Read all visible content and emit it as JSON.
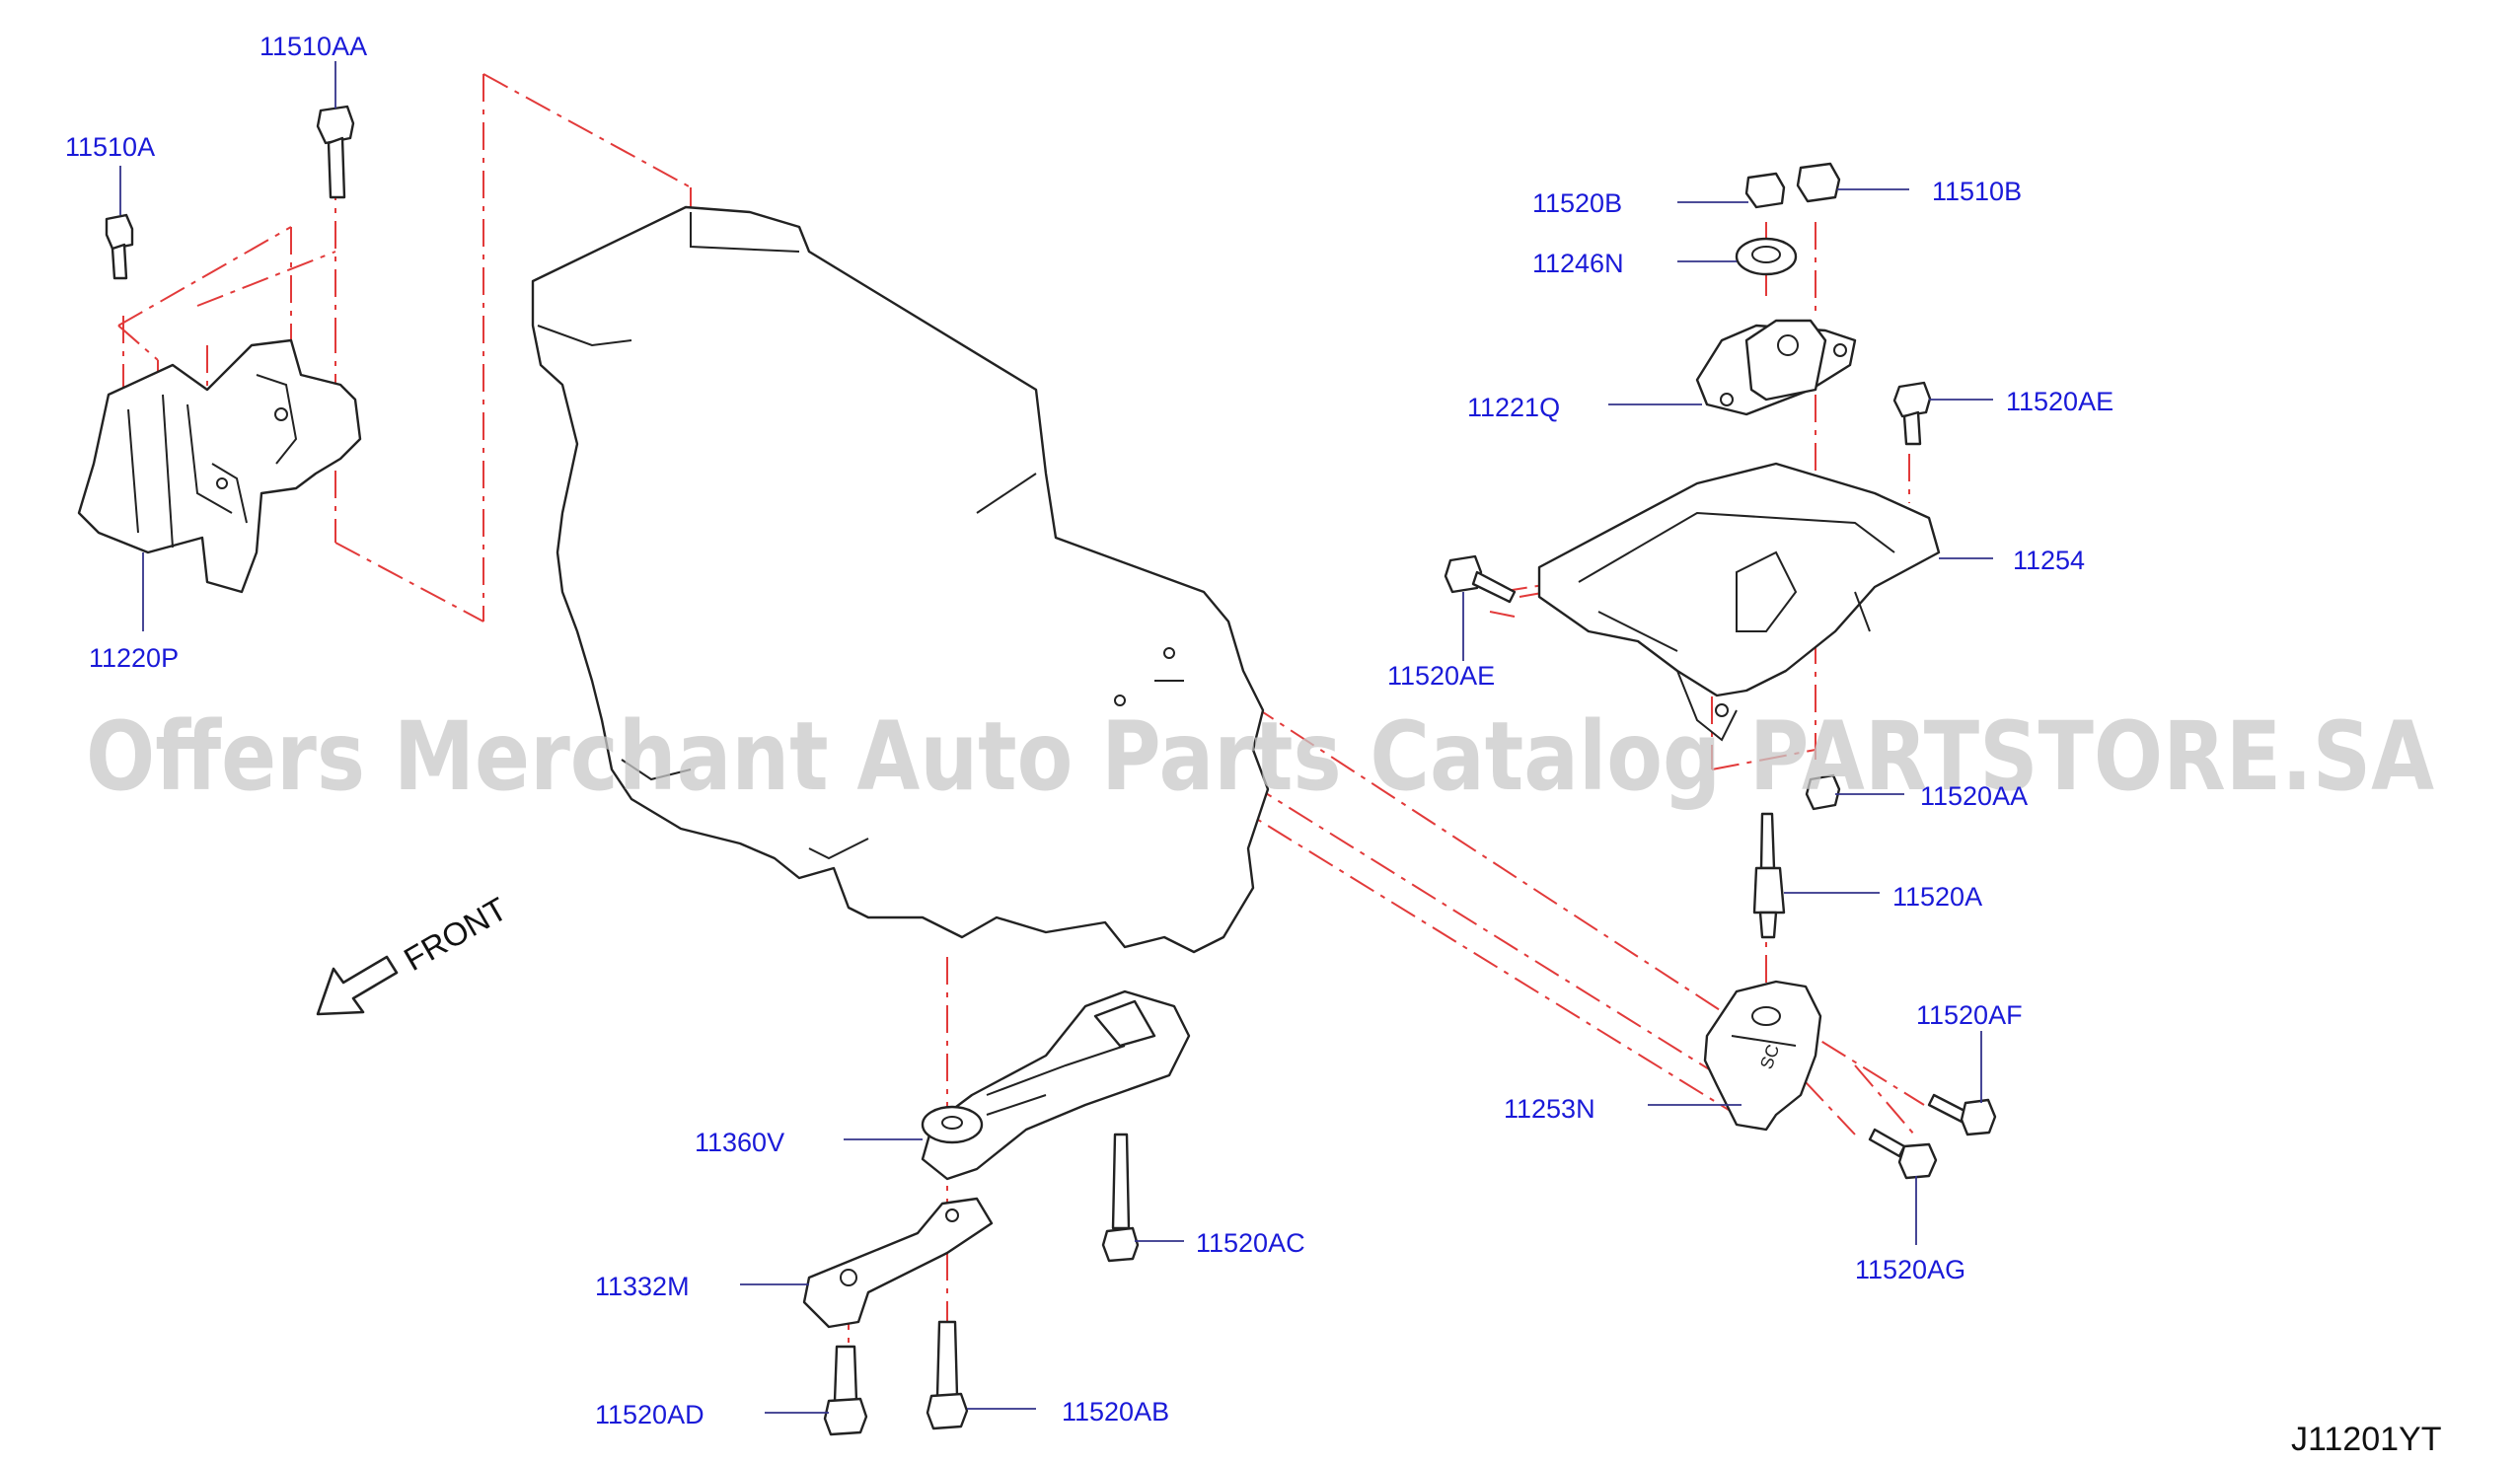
{
  "parts": {
    "p11510AA": "11510AA",
    "p11510A": "11510A",
    "p11220P": "11220P",
    "p11520B": "11520B",
    "p11510B": "11510B",
    "p11246N": "11246N",
    "p11221Q": "11221Q",
    "p11520AE_right": "11520AE",
    "p11254": "11254",
    "p11520AE_left": "11520AE",
    "p11520AA": "11520AA",
    "p11520A": "11520A",
    "p11520AF": "11520AF",
    "p11253N": "11253N",
    "p11520AG": "11520AG",
    "p11360V": "11360V",
    "p11520AC": "11520AC",
    "p11332M": "11332M",
    "p11520AD": "11520AD",
    "p11520AB": "11520AB"
  },
  "front_label": "FRONT",
  "diagram_code": "J11201YT",
  "watermark": "Offers Merchant Auto Parts Catalog PARTSTORE.SA",
  "colors": {
    "label": "#1a1ad8",
    "line": "#222222",
    "phantom_line": "#e23a3a",
    "watermark": "#c8c8c8"
  }
}
